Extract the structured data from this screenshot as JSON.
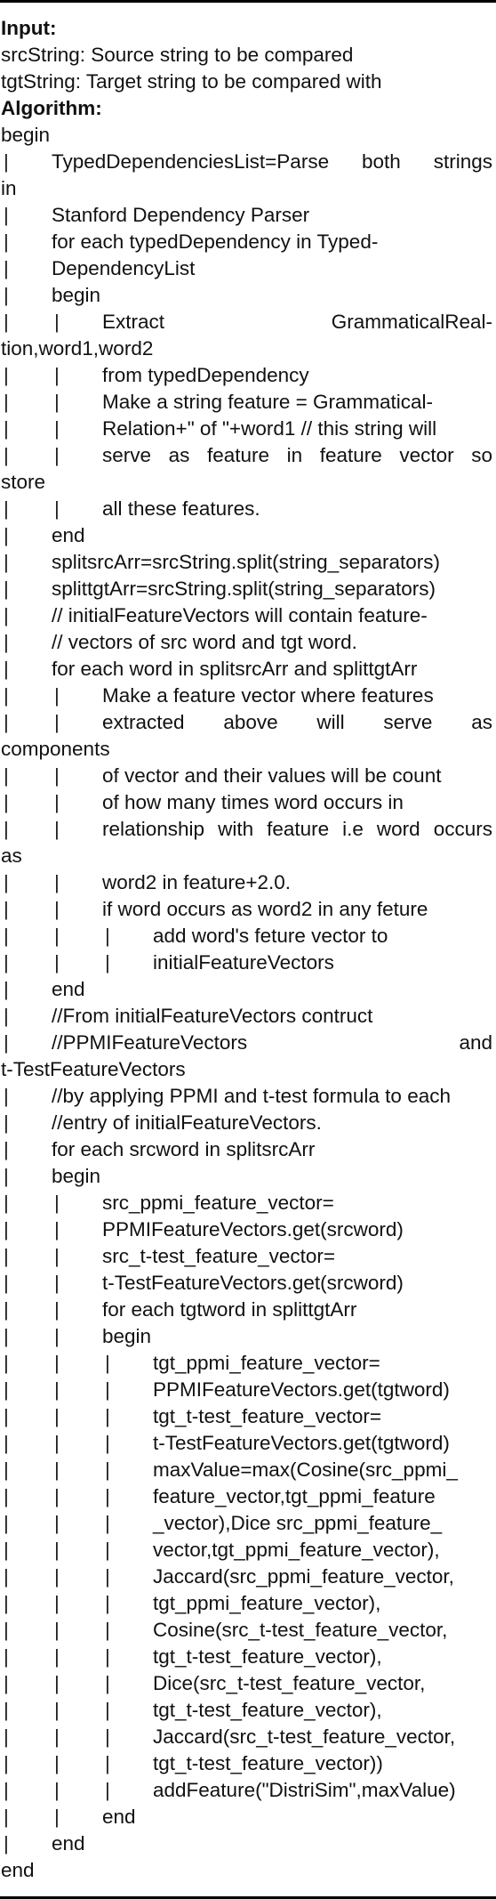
{
  "algorithm": {
    "lines": [
      {
        "d": 0,
        "t": "Input:",
        "b": true
      },
      {
        "d": 0,
        "t": "srcString: Source string to be compared"
      },
      {
        "d": 0,
        "t": "tgtString: Target string to be compared with"
      },
      {
        "d": 0,
        "t": "Algorithm:",
        "b": true
      },
      {
        "d": 0,
        "t": "begin"
      },
      {
        "d": 1,
        "t": "TypedDependenciesList=Parse both strings",
        "j": true
      },
      {
        "d": 0,
        "t": "in"
      },
      {
        "d": 1,
        "t": "Stanford Dependency Parser"
      },
      {
        "d": 1,
        "t": "for each typedDependency in Typed-"
      },
      {
        "d": 1,
        "t": "DependencyList"
      },
      {
        "d": 1,
        "t": "begin"
      },
      {
        "d": 2,
        "t": "Extract GrammaticalReal-",
        "j": true
      },
      {
        "d": 0,
        "t": "tion,word1,word2"
      },
      {
        "d": 2,
        "t": "from typedDependency"
      },
      {
        "d": 2,
        "t": "Make a string feature = Grammatical-"
      },
      {
        "d": 2,
        "t": "Relation+\" of \"+word1 // this string will"
      },
      {
        "d": 2,
        "t": "serve as feature in feature vector so",
        "j": true
      },
      {
        "d": 0,
        "t": "store"
      },
      {
        "d": 2,
        "t": "all these features."
      },
      {
        "d": 1,
        "t": "end"
      },
      {
        "d": 1,
        "t": "splitsrcArr=srcString.split(string_separators)"
      },
      {
        "d": 1,
        "t": "splittgtArr=srcString.split(string_separators)"
      },
      {
        "d": 1,
        "t": "// initialFeatureVectors will contain feature-"
      },
      {
        "d": 1,
        "t": "// vectors of src word and tgt word."
      },
      {
        "d": 1,
        "t": "for each word in splitsrcArr and splittgtArr"
      },
      {
        "d": 2,
        "t": "Make a feature vector where features"
      },
      {
        "d": 2,
        "t": "extracted above will serve as",
        "j": true
      },
      {
        "d": 0,
        "t": "components"
      },
      {
        "d": 2,
        "t": "of vector and their values will be count"
      },
      {
        "d": 2,
        "t": "of how many times word occurs in"
      },
      {
        "d": 2,
        "t": "relationship with feature i.e word occurs",
        "j": true
      },
      {
        "d": 0,
        "t": "as"
      },
      {
        "d": 2,
        "t": "word2 in feature+2.0."
      },
      {
        "d": 2,
        "t": "if word occurs as word2 in any feture"
      },
      {
        "d": 3,
        "t": "add word's feture vector to"
      },
      {
        "d": 3,
        "t": "initialFeatureVectors"
      },
      {
        "d": 1,
        "t": "end"
      },
      {
        "d": 1,
        "t": "//From initialFeatureVectors contruct"
      },
      {
        "d": 1,
        "t": "//PPMIFeatureVectors and",
        "j": true
      },
      {
        "d": 0,
        "t": "t-TestFeatureVectors"
      },
      {
        "d": 1,
        "t": "//by applying PPMI and t-test formula to each"
      },
      {
        "d": 1,
        "t": "//entry of initialFeatureVectors."
      },
      {
        "d": 1,
        "t": "for each srcword in splitsrcArr"
      },
      {
        "d": 1,
        "t": "begin"
      },
      {
        "d": 2,
        "t": "src_ppmi_feature_vector="
      },
      {
        "d": 2,
        "t": "PPMIFeatureVectors.get(srcword)"
      },
      {
        "d": 2,
        "t": "src_t-test_feature_vector="
      },
      {
        "d": 2,
        "t": "t-TestFeatureVectors.get(srcword)"
      },
      {
        "d": 2,
        "t": "for each tgtword in splittgtArr"
      },
      {
        "d": 2,
        "t": "begin"
      },
      {
        "d": 3,
        "t": "tgt_ppmi_feature_vector="
      },
      {
        "d": 3,
        "t": "PPMIFeatureVectors.get(tgtword)"
      },
      {
        "d": 3,
        "t": "tgt_t-test_feature_vector="
      },
      {
        "d": 3,
        "t": "t-TestFeatureVectors.get(tgtword)"
      },
      {
        "d": 3,
        "t": "maxValue=max(Cosine(src_ppmi_"
      },
      {
        "d": 3,
        "t": "feature_vector,tgt_ppmi_feature"
      },
      {
        "d": 3,
        "t": "_vector),Dice src_ppmi_feature_"
      },
      {
        "d": 3,
        "t": "vector,tgt_ppmi_feature_vector),"
      },
      {
        "d": 3,
        "t": "Jaccard(src_ppmi_feature_vector,"
      },
      {
        "d": 3,
        "t": "tgt_ppmi_feature_vector),"
      },
      {
        "d": 3,
        "t": "Cosine(src_t-test_feature_vector,"
      },
      {
        "d": 3,
        "t": "tgt_t-test_feature_vector),"
      },
      {
        "d": 3,
        "t": "Dice(src_t-test_feature_vector,"
      },
      {
        "d": 3,
        "t": "tgt_t-test_feature_vector),"
      },
      {
        "d": 3,
        "t": "Jaccard(src_t-test_feature_vector,"
      },
      {
        "d": 3,
        "t": "tgt_t-test_feature_vector))"
      },
      {
        "d": 3,
        "t": "addFeature(\"DistriSim\",maxValue)"
      },
      {
        "d": 2,
        "t": "end"
      },
      {
        "d": 1,
        "t": "end"
      },
      {
        "d": 0,
        "t": "end"
      }
    ]
  }
}
